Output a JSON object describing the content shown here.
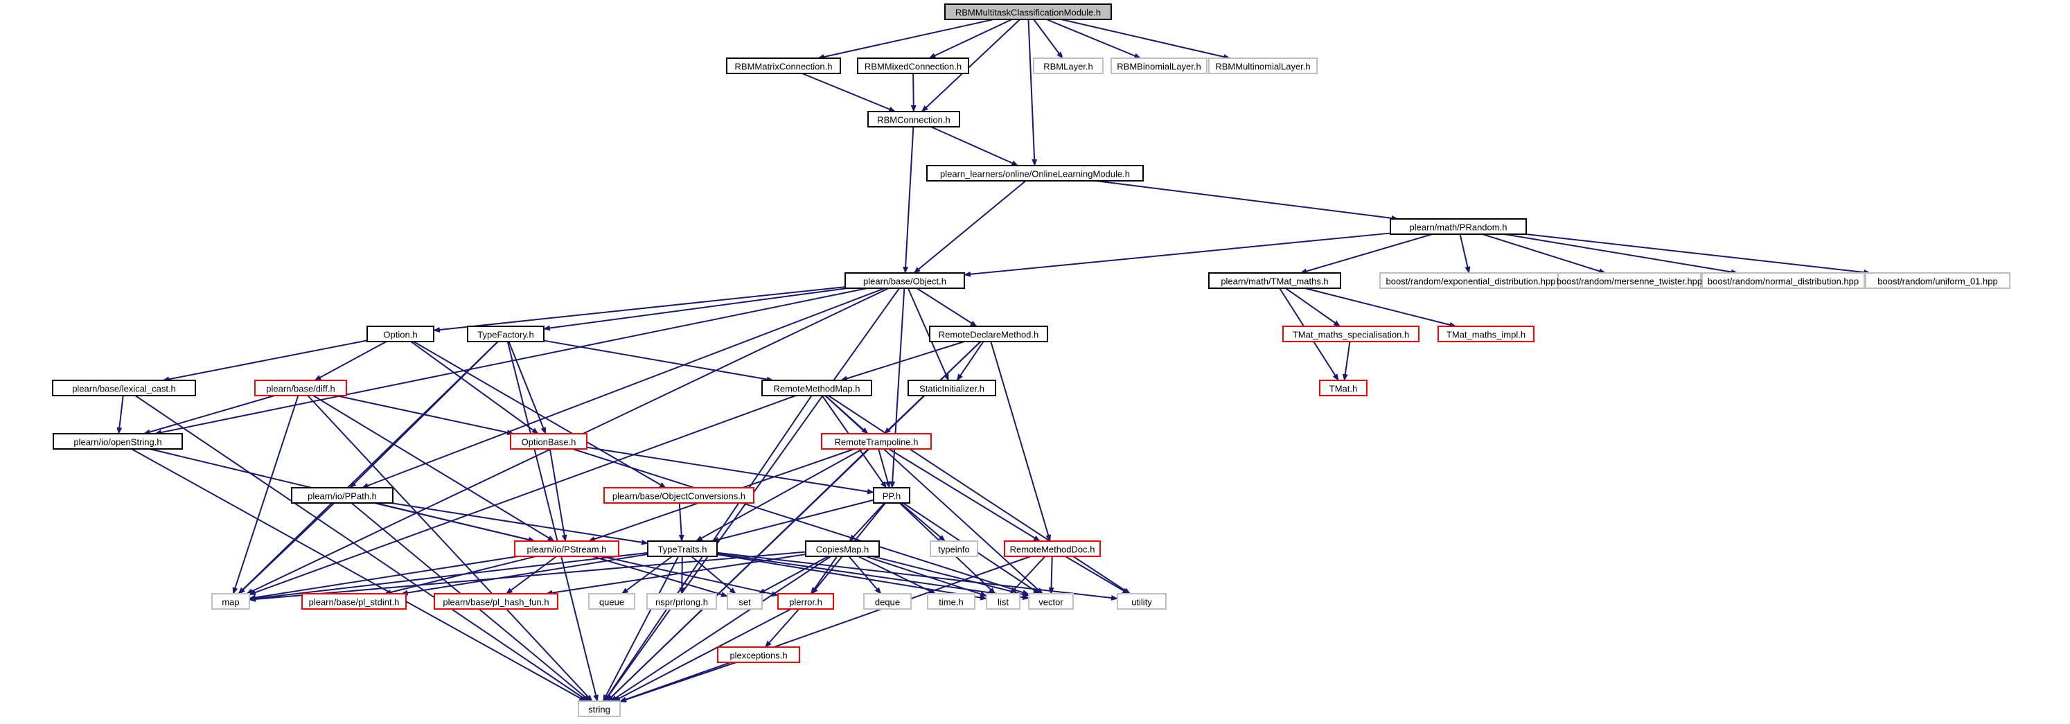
{
  "graph": {
    "kind": "include-dependency-graph",
    "style": {
      "edge_color": "#191970",
      "root_fill": "#bfbfbf",
      "normal_border": "#000000",
      "missing_border": "#bfbfbf",
      "truncated_border": "#ff0000",
      "text_color": "#000000"
    },
    "nodes": [
      {
        "id": "root",
        "label": "RBMMultitaskClassificationModule.h",
        "style": "root"
      },
      {
        "id": "matconn",
        "label": "RBMMatrixConnection.h",
        "style": "normal"
      },
      {
        "id": "mixconn",
        "label": "RBMMixedConnection.h",
        "style": "normal"
      },
      {
        "id": "layer",
        "label": "RBMLayer.h",
        "style": "missing"
      },
      {
        "id": "binom",
        "label": "RBMBinomialLayer.h",
        "style": "missing"
      },
      {
        "id": "multinom",
        "label": "RBMMultinomialLayer.h",
        "style": "missing"
      },
      {
        "id": "conn",
        "label": "RBMConnection.h",
        "style": "normal"
      },
      {
        "id": "olm",
        "label": "plearn_learners/online/OnlineLearningModule.h",
        "style": "normal"
      },
      {
        "id": "prandom",
        "label": "plearn/math/PRandom.h",
        "style": "normal"
      },
      {
        "id": "object",
        "label": "plearn/base/Object.h",
        "style": "normal"
      },
      {
        "id": "tmat",
        "label": "plearn/math/TMat_maths.h",
        "style": "normal"
      },
      {
        "id": "expdist",
        "label": "boost/random/exponential_distribution.hpp",
        "style": "missing"
      },
      {
        "id": "mersenne",
        "label": "boost/random/mersenne_twister.hpp",
        "style": "missing"
      },
      {
        "id": "normdist",
        "label": "boost/random/normal_distribution.hpp",
        "style": "missing"
      },
      {
        "id": "uniform",
        "label": "boost/random/uniform_01.hpp",
        "style": "missing"
      },
      {
        "id": "tmatspec",
        "label": "TMat_maths_specialisation.h",
        "style": "truncated"
      },
      {
        "id": "tmatimpl",
        "label": "TMat_maths_impl.h",
        "style": "truncated"
      },
      {
        "id": "tmath",
        "label": "TMat.h",
        "style": "truncated"
      },
      {
        "id": "option",
        "label": "Option.h",
        "style": "normal"
      },
      {
        "id": "typefactory",
        "label": "TypeFactory.h",
        "style": "normal"
      },
      {
        "id": "rdm",
        "label": "RemoteDeclareMethod.h",
        "style": "normal"
      },
      {
        "id": "lexcast",
        "label": "plearn/base/lexical_cast.h",
        "style": "normal"
      },
      {
        "id": "diff",
        "label": "plearn/base/diff.h",
        "style": "truncated"
      },
      {
        "id": "rmm",
        "label": "RemoteMethodMap.h",
        "style": "normal"
      },
      {
        "id": "statinit",
        "label": "StaticInitializer.h",
        "style": "normal"
      },
      {
        "id": "openstring",
        "label": "plearn/io/openString.h",
        "style": "normal"
      },
      {
        "id": "optionbase",
        "label": "OptionBase.h",
        "style": "truncated"
      },
      {
        "id": "rtramp",
        "label": "RemoteTrampoline.h",
        "style": "truncated"
      },
      {
        "id": "objconv",
        "label": "plearn/base/ObjectConversions.h",
        "style": "truncated"
      },
      {
        "id": "ppath",
        "label": "plearn/io/PPath.h",
        "style": "normal"
      },
      {
        "id": "pp",
        "label": "PP.h",
        "style": "normal"
      },
      {
        "id": "typeinfo",
        "label": "typeinfo",
        "style": "missing"
      },
      {
        "id": "pstream",
        "label": "plearn/io/PStream.h",
        "style": "truncated"
      },
      {
        "id": "typetraits",
        "label": "TypeTraits.h",
        "style": "normal"
      },
      {
        "id": "copiesmap",
        "label": "CopiesMap.h",
        "style": "normal"
      },
      {
        "id": "rmdoc",
        "label": "RemoteMethodDoc.h",
        "style": "truncated"
      },
      {
        "id": "map",
        "label": "map",
        "style": "missing"
      },
      {
        "id": "stdint",
        "label": "plearn/base/pl_stdint.h",
        "style": "truncated"
      },
      {
        "id": "hashfun",
        "label": "plearn/base/pl_hash_fun.h",
        "style": "truncated"
      },
      {
        "id": "queue",
        "label": "queue",
        "style": "missing"
      },
      {
        "id": "prlong",
        "label": "nspr/prlong.h",
        "style": "missing"
      },
      {
        "id": "set",
        "label": "set",
        "style": "missing"
      },
      {
        "id": "plerror",
        "label": "plerror.h",
        "style": "truncated"
      },
      {
        "id": "deque",
        "label": "deque",
        "style": "missing"
      },
      {
        "id": "timeh",
        "label": "time.h",
        "style": "missing"
      },
      {
        "id": "list",
        "label": "list",
        "style": "missing"
      },
      {
        "id": "vector",
        "label": "vector",
        "style": "missing"
      },
      {
        "id": "utility",
        "label": "utility",
        "style": "missing"
      },
      {
        "id": "plexc",
        "label": "plexceptions.h",
        "style": "truncated"
      },
      {
        "id": "string",
        "label": "string",
        "style": "missing"
      }
    ],
    "edges": [
      [
        "root",
        "matconn"
      ],
      [
        "root",
        "mixconn"
      ],
      [
        "root",
        "conn"
      ],
      [
        "root",
        "layer"
      ],
      [
        "root",
        "binom"
      ],
      [
        "root",
        "multinom"
      ],
      [
        "root",
        "olm"
      ],
      [
        "matconn",
        "conn"
      ],
      [
        "mixconn",
        "conn"
      ],
      [
        "conn",
        "olm"
      ],
      [
        "conn",
        "object"
      ],
      [
        "olm",
        "object"
      ],
      [
        "olm",
        "prandom"
      ],
      [
        "prandom",
        "object"
      ],
      [
        "prandom",
        "tmat"
      ],
      [
        "prandom",
        "expdist"
      ],
      [
        "prandom",
        "mersenne"
      ],
      [
        "prandom",
        "normdist"
      ],
      [
        "prandom",
        "uniform"
      ],
      [
        "tmat",
        "tmatspec"
      ],
      [
        "tmat",
        "tmatimpl"
      ],
      [
        "tmat",
        "tmath"
      ],
      [
        "tmatspec",
        "tmath"
      ],
      [
        "object",
        "option"
      ],
      [
        "object",
        "typefactory"
      ],
      [
        "object",
        "rdm"
      ],
      [
        "object",
        "statinit"
      ],
      [
        "object",
        "pp"
      ],
      [
        "object",
        "ppath"
      ],
      [
        "object",
        "openstring"
      ],
      [
        "object",
        "map"
      ],
      [
        "object",
        "string"
      ],
      [
        "option",
        "lexcast"
      ],
      [
        "option",
        "diff"
      ],
      [
        "option",
        "optionbase"
      ],
      [
        "option",
        "objconv"
      ],
      [
        "typefactory",
        "rmm"
      ],
      [
        "typefactory",
        "optionbase"
      ],
      [
        "typefactory",
        "ppath"
      ],
      [
        "typefactory",
        "map"
      ],
      [
        "typefactory",
        "string"
      ],
      [
        "rdm",
        "rmm"
      ],
      [
        "rdm",
        "statinit"
      ],
      [
        "rdm",
        "rtramp"
      ],
      [
        "rdm",
        "rmdoc"
      ],
      [
        "rdm",
        "string"
      ],
      [
        "lexcast",
        "openstring"
      ],
      [
        "lexcast",
        "string"
      ],
      [
        "diff",
        "openstring"
      ],
      [
        "diff",
        "optionbase"
      ],
      [
        "diff",
        "pstream"
      ],
      [
        "diff",
        "map"
      ],
      [
        "diff",
        "string"
      ],
      [
        "rmm",
        "rtramp"
      ],
      [
        "rmm",
        "pp"
      ],
      [
        "rmm",
        "map"
      ],
      [
        "rmm",
        "vector"
      ],
      [
        "rmm",
        "utility"
      ],
      [
        "rmm",
        "string"
      ],
      [
        "openstring",
        "pstream"
      ],
      [
        "openstring",
        "string"
      ],
      [
        "optionbase",
        "pstream"
      ],
      [
        "optionbase",
        "pp"
      ],
      [
        "optionbase",
        "vector"
      ],
      [
        "objconv",
        "typetraits"
      ],
      [
        "rtramp",
        "pp"
      ],
      [
        "rtramp",
        "pstream"
      ],
      [
        "rtramp",
        "typetraits"
      ],
      [
        "rtramp",
        "rmdoc"
      ],
      [
        "rtramp",
        "string"
      ],
      [
        "ppath",
        "pstream"
      ],
      [
        "ppath",
        "typetraits"
      ],
      [
        "ppath",
        "map"
      ],
      [
        "ppath",
        "string"
      ],
      [
        "pp",
        "typeinfo"
      ],
      [
        "pp",
        "typetraits"
      ],
      [
        "pp",
        "copiesmap"
      ],
      [
        "pp",
        "plerror"
      ],
      [
        "pp",
        "list"
      ],
      [
        "pp",
        "vector"
      ],
      [
        "pstream",
        "map"
      ],
      [
        "pstream",
        "stdint"
      ],
      [
        "pstream",
        "hashfun"
      ],
      [
        "pstream",
        "set"
      ],
      [
        "pstream",
        "plerror"
      ],
      [
        "typetraits",
        "map"
      ],
      [
        "typetraits",
        "stdint"
      ],
      [
        "typetraits",
        "queue"
      ],
      [
        "typetraits",
        "prlong"
      ],
      [
        "typetraits",
        "set"
      ],
      [
        "typetraits",
        "list"
      ],
      [
        "typetraits",
        "vector"
      ],
      [
        "typetraits",
        "utility"
      ],
      [
        "typetraits",
        "string"
      ],
      [
        "copiesmap",
        "map"
      ],
      [
        "copiesmap",
        "set"
      ],
      [
        "copiesmap",
        "deque"
      ],
      [
        "copiesmap",
        "timeh"
      ],
      [
        "copiesmap",
        "list"
      ],
      [
        "copiesmap",
        "vector"
      ],
      [
        "copiesmap",
        "plerror"
      ],
      [
        "copiesmap",
        "hashfun"
      ],
      [
        "copiesmap",
        "string"
      ],
      [
        "rmdoc",
        "list"
      ],
      [
        "rmdoc",
        "vector"
      ],
      [
        "rmdoc",
        "utility"
      ],
      [
        "rmdoc",
        "string"
      ],
      [
        "plerror",
        "plexc"
      ],
      [
        "plerror",
        "string"
      ],
      [
        "plexc",
        "string"
      ]
    ]
  }
}
